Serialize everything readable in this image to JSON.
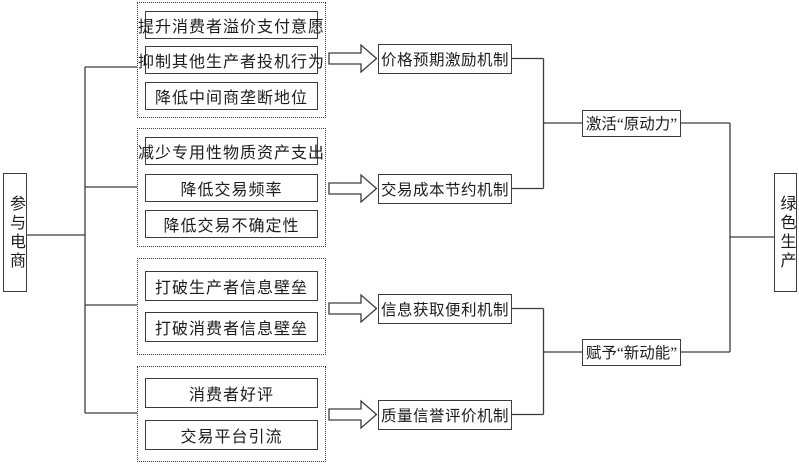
{
  "left_node": {
    "label": "参与电商"
  },
  "right_node": {
    "label": "绿色生产"
  },
  "groups": [
    {
      "items": [
        "提升消费者溢价支付意愿",
        "抑制其他生产者投机行为",
        "降低中间商垄断地位"
      ]
    },
    {
      "items": [
        "减少专用性物质资产支出",
        "降低交易频率",
        "降低交易不确定性"
      ]
    },
    {
      "items": [
        "打破生产者信息壁垒",
        "打破消费者信息壁垒"
      ]
    },
    {
      "items": [
        "消费者好评",
        "交易平台引流"
      ]
    }
  ],
  "mechanisms": [
    "价格预期激励机制",
    "交易成本节约机制",
    "信息获取便利机制",
    "质量信誉评价机制"
  ],
  "outcomes": [
    "激活“原动力”",
    "赋予“新动能”"
  ],
  "colors": {
    "line": "#3c3c3c",
    "box_border": "#3c3c3c",
    "box_fill": "#ffffff",
    "background": "#ffffff",
    "text": "#1c1c1c"
  }
}
